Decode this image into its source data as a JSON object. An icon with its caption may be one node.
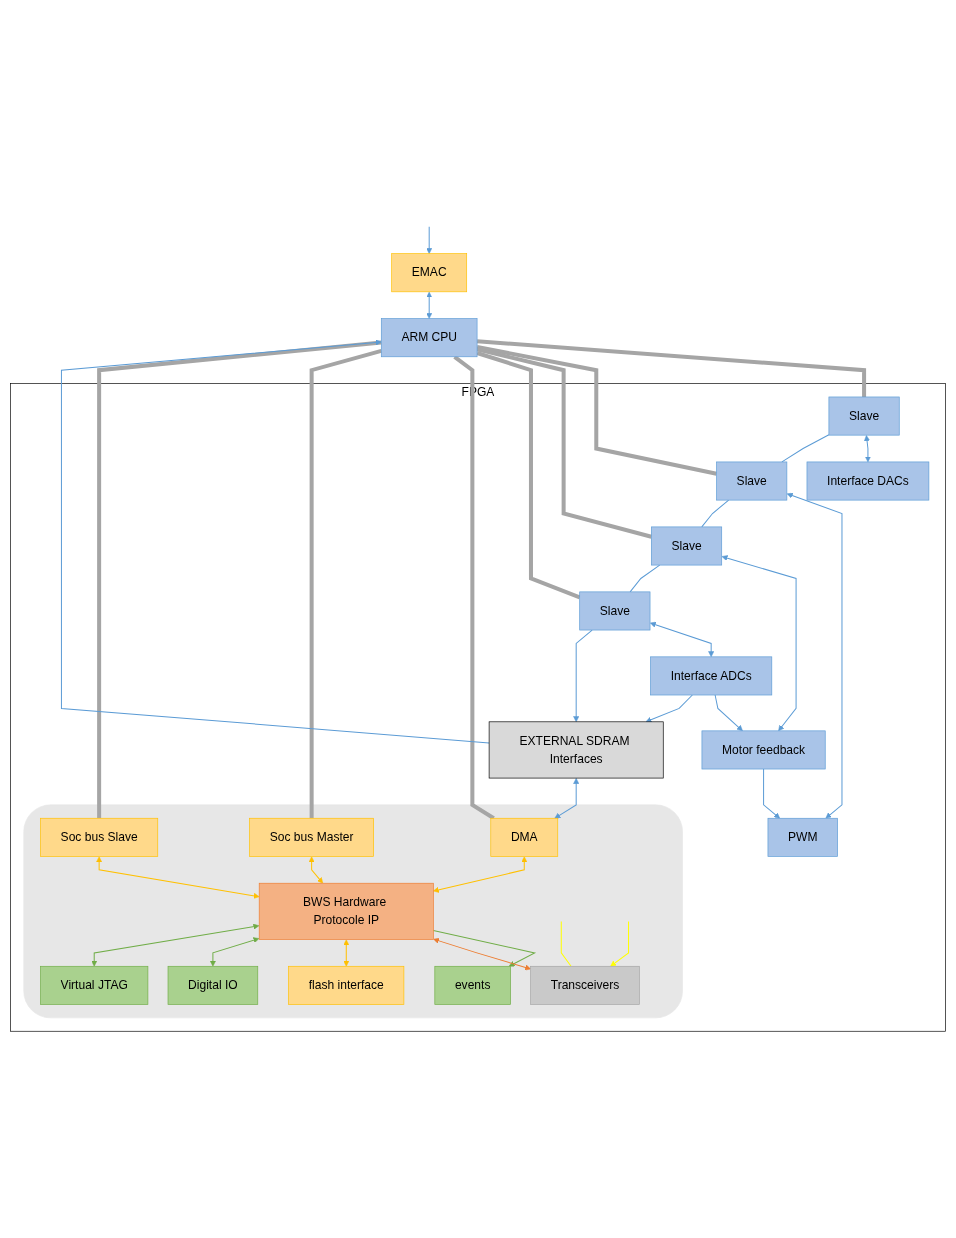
{
  "diagram": {
    "nodes": [
      {
        "text": [
          "FPGA"
        ]
      },
      {
        "text": [
          "EMAC"
        ]
      },
      {
        "text": [
          "ARM CPU"
        ]
      },
      {
        "text": [
          "Slave"
        ],
        "in": 0
      },
      {
        "text": [
          "Interface DACs"
        ],
        "in": 0
      },
      {
        "text": [
          "Slave"
        ],
        "in": 0
      },
      {
        "text": [
          "PWM"
        ],
        "in": 0
      },
      {
        "text": [
          "Slave"
        ],
        "in": 0
      },
      {
        "text": [
          "Motor feedback"
        ],
        "in": 0
      },
      {
        "text": [
          "Slave"
        ],
        "in": 0
      },
      {
        "text": [
          "Interface ADCs"
        ],
        "in": 0
      },
      {
        "text": [
          "EXTERNAL SDRAM Interfaces"
        ],
        "in": 0
      },
      {
        "text": [],
        "shape": "box",
        "in": 0
      },
      {
        "text": [
          "events"
        ],
        "in": 12
      },
      {
        "text": [
          "DMA"
        ],
        "in": 12
      },
      {
        "text": [
          "Soc bus Master"
        ],
        "in": 12
      },
      {
        "text": [
          "Soc bus Slave"
        ],
        "in": 12
      },
      {
        "text": [
          "BWS Hardware Protocole IP"
        ],
        "in": 12
      },
      {
        "text": [
          "Transceivers"
        ],
        "in": 12
      },
      {
        "text": [
          "flash interface"
        ],
        "in": 12
      },
      {
        "text": [
          "Digital IO"
        ],
        "in": 12
      },
      {
        "text": [
          "Virtual JTAG"
        ],
        "in": 12
      }
    ],
    "edges": [
      {
        "from": null,
        "to": 1,
        "arrow": "to"
      },
      {
        "from": 1,
        "to": 2,
        "arrow": "both"
      },
      {
        "from": 2,
        "to": 3,
        "arrow": "none",
        "style": "thick",
        "color": "#a5a5a5"
      },
      {
        "from": 2,
        "to": 5,
        "arrow": "none",
        "style": "thick",
        "color": "#a5a5a5"
      },
      {
        "from": 2,
        "to": 7,
        "arrow": "none",
        "style": "thick",
        "color": "#a5a5a5"
      },
      {
        "from": 2,
        "to": 9,
        "arrow": "none",
        "style": "thick",
        "color": "#a5a5a5"
      },
      {
        "from": 2,
        "to": 14,
        "arrow": "none",
        "style": "thick",
        "color": "#a5a5a5"
      },
      {
        "from": 2,
        "to": 15,
        "arrow": "none",
        "style": "thick",
        "color": "#a5a5a5"
      },
      {
        "from": 2,
        "to": 16,
        "arrow": "none",
        "style": "thick",
        "color": "#a5a5a5"
      },
      {
        "from": 3,
        "to": 4,
        "arrow": "both"
      },
      {
        "from": 5,
        "to": 6,
        "arrow": "both"
      },
      {
        "from": 7,
        "to": 8,
        "arrow": "both"
      },
      {
        "from": 9,
        "to": 10,
        "arrow": "both"
      },
      {
        "from": 3,
        "to": 5,
        "arrow": "none"
      },
      {
        "from": 5,
        "to": 7,
        "arrow": "none"
      },
      {
        "from": 7,
        "to": 9,
        "arrow": "none"
      },
      {
        "from": 8,
        "to": 6,
        "arrow": "to"
      },
      {
        "from": 10,
        "to": 8,
        "arrow": "to"
      },
      {
        "from": 9,
        "to": 11,
        "arrow": "to"
      },
      {
        "from": 10,
        "to": 11,
        "arrow": "to"
      },
      {
        "from": 11,
        "to": 2,
        "arrow": "to"
      },
      {
        "from": 11,
        "to": 14,
        "arrow": "both"
      },
      {
        "from": 17,
        "to": 13,
        "arrow": "to",
        "color": "#70ad47"
      },
      {
        "from": 14,
        "to": 17,
        "arrow": "both",
        "color": "#ffc000"
      },
      {
        "from": 15,
        "to": 17,
        "arrow": "both",
        "color": "#ffc000"
      },
      {
        "from": 16,
        "to": 17,
        "arrow": "both",
        "color": "#ffc000"
      },
      {
        "from": 17,
        "to": 18,
        "arrow": "both",
        "color": "#ed7d31"
      },
      {
        "from": 17,
        "to": 19,
        "arrow": "both",
        "color": "#ffc000"
      },
      {
        "from": 17,
        "to": 20,
        "arrow": "both",
        "color": "#70ad47"
      },
      {
        "from": 17,
        "to": 21,
        "arrow": "both",
        "color": "#70ad47"
      },
      {
        "from": 18,
        "to": null,
        "arrow": "none",
        "color": "#ffff00"
      },
      {
        "from": null,
        "to": 18,
        "arrow": "to",
        "color": "#ffff00"
      }
    ]
  }
}
